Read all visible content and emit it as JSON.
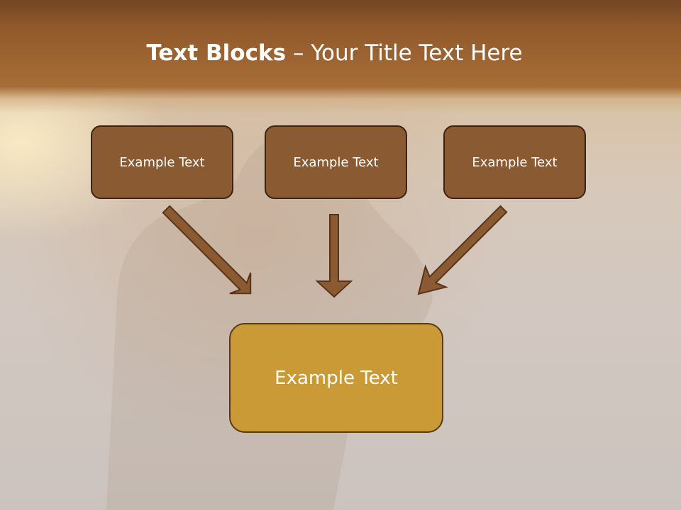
{
  "slide": {
    "title_bold": "Text Blocks",
    "title_rest": " – Your Title Text Here"
  },
  "diagram": {
    "top_boxes": [
      {
        "label": "Example Text"
      },
      {
        "label": "Example Text"
      },
      {
        "label": "Example Text"
      }
    ],
    "main_box": {
      "label": "Example Text"
    }
  },
  "colors": {
    "title_band": "#a06733",
    "top_box_fill": "#8a5a32",
    "top_box_border": "#3d2412",
    "main_box_fill": "#c99a35",
    "arrow_fill": "#8a5a32",
    "text": "#ffffff"
  }
}
